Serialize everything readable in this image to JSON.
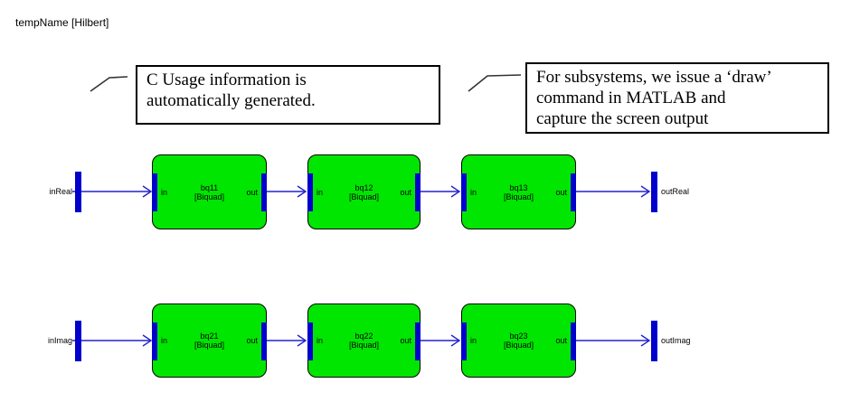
{
  "title": "tempName [Hilbert]",
  "callouts": [
    {
      "lines": [
        "C Usage information is",
        "automatically generated.",
        ""
      ]
    },
    {
      "lines": [
        "For subsystems, we issue a ‘draw’",
        "command in MATLAB and",
        "capture the screen output"
      ]
    }
  ],
  "diagram": {
    "rows": [
      {
        "input_label": "inReal",
        "output_label": "outReal",
        "blocks": [
          {
            "name": "bq11",
            "type": "[Biquad]",
            "in_label": "in",
            "out_label": "out"
          },
          {
            "name": "bq12",
            "type": "[Biquad]",
            "in_label": "in",
            "out_label": "out"
          },
          {
            "name": "bq13",
            "type": "[Biquad]",
            "in_label": "in",
            "out_label": "out"
          }
        ]
      },
      {
        "input_label": "inImag",
        "output_label": "outImag",
        "blocks": [
          {
            "name": "bq21",
            "type": "[Biquad]",
            "in_label": "in",
            "out_label": "out"
          },
          {
            "name": "bq22",
            "type": "[Biquad]",
            "in_label": "in",
            "out_label": "out"
          },
          {
            "name": "bq23",
            "type": "[Biquad]",
            "in_label": "in",
            "out_label": "out"
          }
        ]
      }
    ]
  },
  "colors": {
    "block_fill": "#00e600",
    "port_bar": "#0000cc",
    "wire": "#2222cc"
  }
}
